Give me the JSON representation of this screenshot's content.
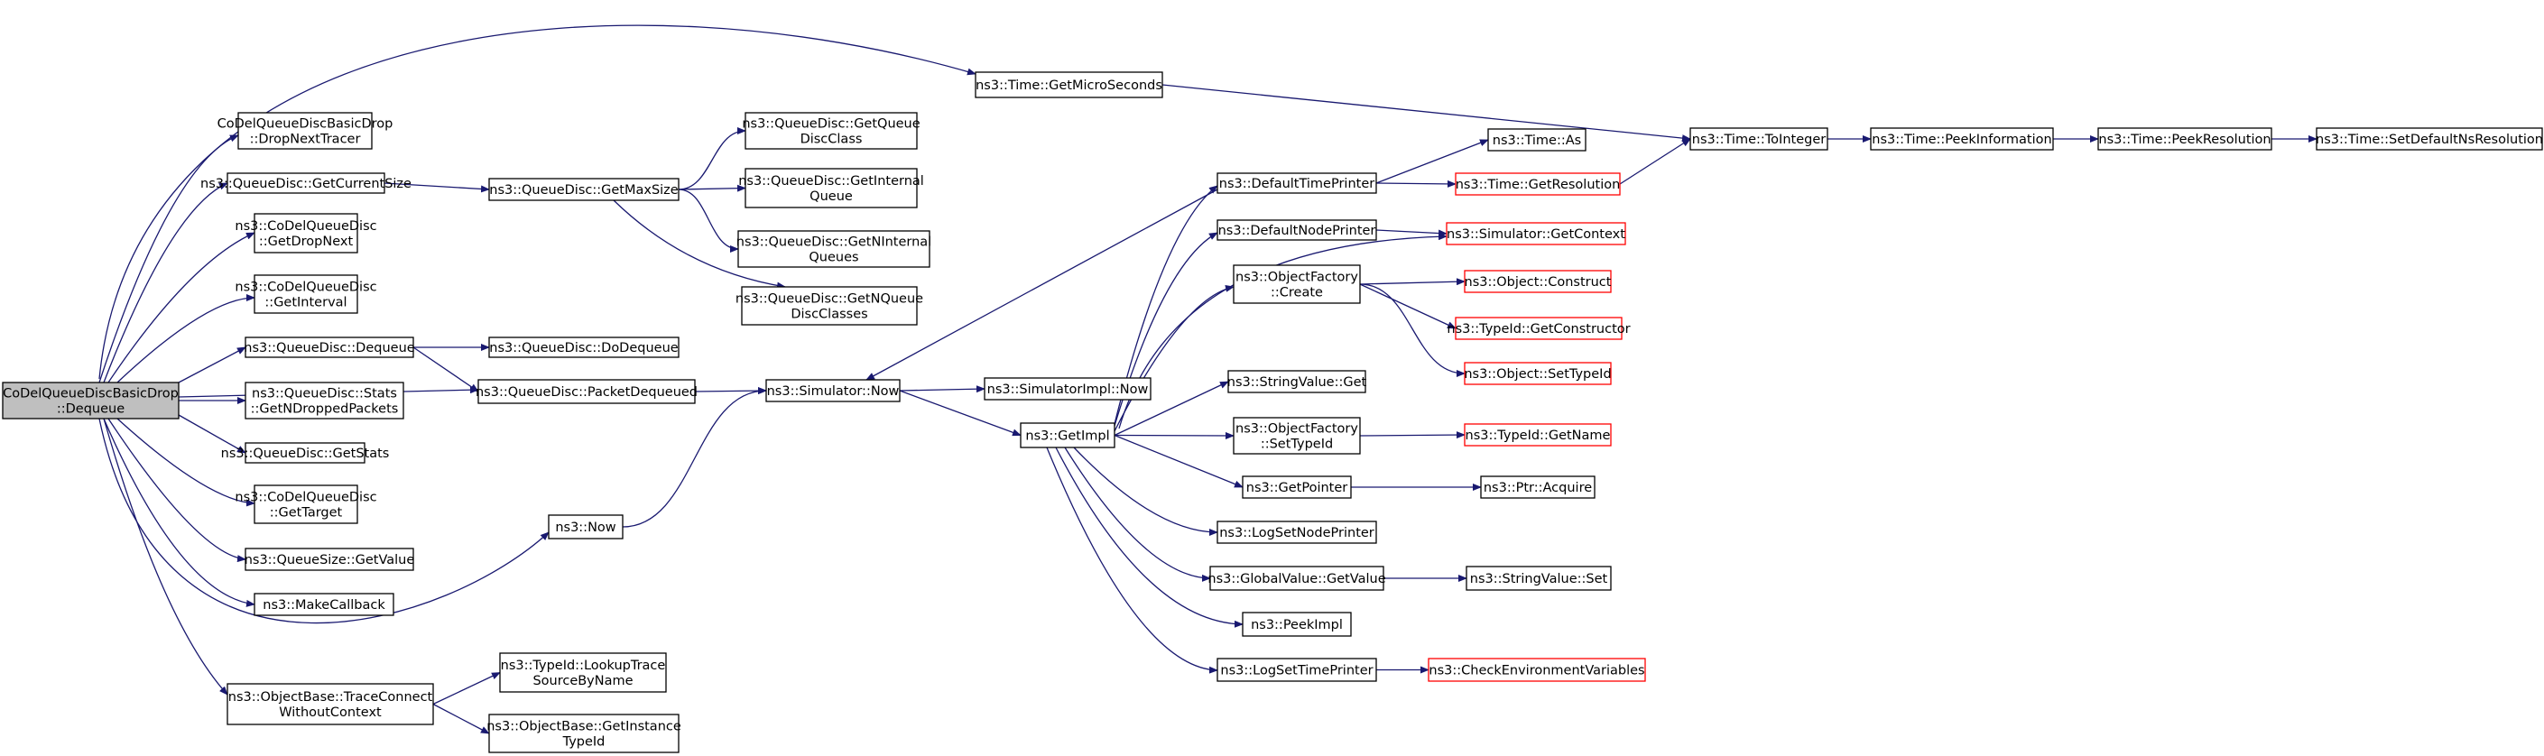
{
  "colors": {
    "edge": "#191970",
    "box_border": "#000000",
    "box_fill": "#ffffff",
    "focus_fill": "#bfbfbf",
    "truncated_border": "#ff0000"
  },
  "nodes": [
    {
      "id": "root",
      "lines": [
        "CoDelQueueDiscBasicDrop",
        "::Dequeue"
      ],
      "style": "focus"
    },
    {
      "id": "dropNextTracer",
      "lines": [
        "CoDelQueueDiscBasicDrop",
        "::DropNextTracer"
      ]
    },
    {
      "id": "getCurrentSize",
      "lines": [
        "ns3::QueueDisc::GetCurrentSize"
      ]
    },
    {
      "id": "getDropNext",
      "lines": [
        "ns3::CoDelQueueDisc",
        "::GetDropNext"
      ]
    },
    {
      "id": "getInterval",
      "lines": [
        "ns3::CoDelQueueDisc",
        "::GetInterval"
      ]
    },
    {
      "id": "qdDequeue",
      "lines": [
        "ns3::QueueDisc::Dequeue"
      ]
    },
    {
      "id": "getNDropped",
      "lines": [
        "ns3::QueueDisc::Stats",
        "::GetNDroppedPackets"
      ]
    },
    {
      "id": "getStats",
      "lines": [
        "ns3::QueueDisc::GetStats"
      ]
    },
    {
      "id": "getTarget",
      "lines": [
        "ns3::CoDelQueueDisc",
        "::GetTarget"
      ]
    },
    {
      "id": "qsGetValue",
      "lines": [
        "ns3::QueueSize::GetValue"
      ]
    },
    {
      "id": "makeCallback",
      "lines": [
        "ns3::MakeCallback"
      ]
    },
    {
      "id": "traceConnect",
      "lines": [
        "ns3::ObjectBase::TraceConnect",
        "WithoutContext"
      ]
    },
    {
      "id": "getMaxSize",
      "lines": [
        "ns3::QueueDisc::GetMaxSize"
      ]
    },
    {
      "id": "doDequeue",
      "lines": [
        "ns3::QueueDisc::DoDequeue"
      ]
    },
    {
      "id": "packetDequeued",
      "lines": [
        "ns3::QueueDisc::PacketDequeued"
      ]
    },
    {
      "id": "now",
      "lines": [
        "ns3::Now"
      ]
    },
    {
      "id": "lookupTrace",
      "lines": [
        "ns3::TypeId::LookupTrace",
        "SourceByName"
      ]
    },
    {
      "id": "getInstanceTypeId",
      "lines": [
        "ns3::ObjectBase::GetInstance",
        "TypeId"
      ]
    },
    {
      "id": "getQueueDiscClass",
      "lines": [
        "ns3::QueueDisc::GetQueue",
        "DiscClass"
      ]
    },
    {
      "id": "getInternalQueue",
      "lines": [
        "ns3::QueueDisc::GetInternal",
        "Queue"
      ]
    },
    {
      "id": "getNInternalQueues",
      "lines": [
        "ns3::QueueDisc::GetNInternal",
        "Queues"
      ]
    },
    {
      "id": "getNQueueDiscClasses",
      "lines": [
        "ns3::QueueDisc::GetNQueue",
        "DiscClasses"
      ]
    },
    {
      "id": "simNow",
      "lines": [
        "ns3::Simulator::Now"
      ]
    },
    {
      "id": "getMicroSeconds",
      "lines": [
        "ns3::Time::GetMicroSeconds"
      ]
    },
    {
      "id": "simImplNow",
      "lines": [
        "ns3::SimulatorImpl::Now"
      ]
    },
    {
      "id": "getImpl",
      "lines": [
        "ns3::GetImpl"
      ]
    },
    {
      "id": "defaultTimePrinter",
      "lines": [
        "ns3::DefaultTimePrinter"
      ]
    },
    {
      "id": "defaultNodePrinter",
      "lines": [
        "ns3::DefaultNodePrinter"
      ]
    },
    {
      "id": "objFactoryCreate",
      "lines": [
        "ns3::ObjectFactory",
        "::Create"
      ]
    },
    {
      "id": "stringValueGet",
      "lines": [
        "ns3::StringValue::Get"
      ]
    },
    {
      "id": "objFactorySetTypeId",
      "lines": [
        "ns3::ObjectFactory",
        "::SetTypeId"
      ]
    },
    {
      "id": "getPointer",
      "lines": [
        "ns3::GetPointer"
      ]
    },
    {
      "id": "logSetNodePrinter",
      "lines": [
        "ns3::LogSetNodePrinter"
      ]
    },
    {
      "id": "globalValueGetValue",
      "lines": [
        "ns3::GlobalValue::GetValue"
      ]
    },
    {
      "id": "peekImpl",
      "lines": [
        "ns3::PeekImpl"
      ]
    },
    {
      "id": "logSetTimePrinter",
      "lines": [
        "ns3::LogSetTimePrinter"
      ]
    },
    {
      "id": "timeAs",
      "lines": [
        "ns3::Time::As"
      ]
    },
    {
      "id": "getResolution",
      "lines": [
        "ns3::Time::GetResolution"
      ],
      "style": "truncated"
    },
    {
      "id": "getContext",
      "lines": [
        "ns3::Simulator::GetContext"
      ],
      "style": "truncated"
    },
    {
      "id": "objConstruct",
      "lines": [
        "ns3::Object::Construct"
      ],
      "style": "truncated"
    },
    {
      "id": "getConstructor",
      "lines": [
        "ns3::TypeId::GetConstructor"
      ],
      "style": "truncated"
    },
    {
      "id": "objSetTypeId",
      "lines": [
        "ns3::Object::SetTypeId"
      ],
      "style": "truncated"
    },
    {
      "id": "typeIdGetName",
      "lines": [
        "ns3::TypeId::GetName"
      ],
      "style": "truncated"
    },
    {
      "id": "ptrAcquire",
      "lines": [
        "ns3::Ptr::Acquire"
      ]
    },
    {
      "id": "stringValueSet",
      "lines": [
        "ns3::StringValue::Set"
      ]
    },
    {
      "id": "checkEnvVars",
      "lines": [
        "ns3::CheckEnvironmentVariables"
      ],
      "style": "truncated"
    },
    {
      "id": "toInteger",
      "lines": [
        "ns3::Time::ToInteger"
      ]
    },
    {
      "id": "peekInformation",
      "lines": [
        "ns3::Time::PeekInformation"
      ]
    },
    {
      "id": "peekResolution",
      "lines": [
        "ns3::Time::PeekResolution"
      ]
    },
    {
      "id": "setDefaultNsResolution",
      "lines": [
        "ns3::Time::SetDefaultNsResolution"
      ]
    }
  ],
  "edges": [
    [
      "root",
      "getMicroSeconds"
    ],
    [
      "root",
      "dropNextTracer"
    ],
    [
      "root",
      "getCurrentSize"
    ],
    [
      "root",
      "getDropNext"
    ],
    [
      "root",
      "getInterval"
    ],
    [
      "root",
      "qdDequeue"
    ],
    [
      "root",
      "getNDropped"
    ],
    [
      "root",
      "getStats"
    ],
    [
      "root",
      "getTarget"
    ],
    [
      "root",
      "qsGetValue"
    ],
    [
      "root",
      "makeCallback"
    ],
    [
      "root",
      "now"
    ],
    [
      "root",
      "traceConnect"
    ],
    [
      "root",
      "packetDequeued"
    ],
    [
      "getCurrentSize",
      "getMaxSize"
    ],
    [
      "getMaxSize",
      "getQueueDiscClass"
    ],
    [
      "getMaxSize",
      "getInternalQueue"
    ],
    [
      "getMaxSize",
      "getNInternalQueues"
    ],
    [
      "getMaxSize",
      "getNQueueDiscClasses"
    ],
    [
      "qdDequeue",
      "doDequeue"
    ],
    [
      "qdDequeue",
      "packetDequeued"
    ],
    [
      "packetDequeued",
      "simNow"
    ],
    [
      "now",
      "simNow"
    ],
    [
      "traceConnect",
      "lookupTrace"
    ],
    [
      "traceConnect",
      "getInstanceTypeId"
    ],
    [
      "simNow",
      "simImplNow"
    ],
    [
      "simNow",
      "getImpl"
    ],
    [
      "getMicroSeconds",
      "toInteger"
    ],
    [
      "getImpl",
      "defaultTimePrinter"
    ],
    [
      "getImpl",
      "defaultNodePrinter"
    ],
    [
      "getImpl",
      "getContext"
    ],
    [
      "getImpl",
      "objFactoryCreate"
    ],
    [
      "getImpl",
      "stringValueGet"
    ],
    [
      "getImpl",
      "objFactorySetTypeId"
    ],
    [
      "getImpl",
      "getPointer"
    ],
    [
      "getImpl",
      "logSetNodePrinter"
    ],
    [
      "getImpl",
      "globalValueGetValue"
    ],
    [
      "getImpl",
      "peekImpl"
    ],
    [
      "getImpl",
      "logSetTimePrinter"
    ],
    [
      "defaultTimePrinter",
      "simNow"
    ],
    [
      "defaultTimePrinter",
      "timeAs"
    ],
    [
      "defaultTimePrinter",
      "getResolution"
    ],
    [
      "defaultNodePrinter",
      "getContext"
    ],
    [
      "objFactoryCreate",
      "objConstruct"
    ],
    [
      "objFactoryCreate",
      "getConstructor"
    ],
    [
      "objFactoryCreate",
      "objSetTypeId"
    ],
    [
      "objFactorySetTypeId",
      "typeIdGetName"
    ],
    [
      "getPointer",
      "ptrAcquire"
    ],
    [
      "globalValueGetValue",
      "stringValueSet"
    ],
    [
      "logSetTimePrinter",
      "checkEnvVars"
    ],
    [
      "getResolution",
      "toInteger"
    ],
    [
      "toInteger",
      "peekInformation"
    ],
    [
      "peekInformation",
      "peekResolution"
    ],
    [
      "peekResolution",
      "setDefaultNsResolution"
    ]
  ]
}
